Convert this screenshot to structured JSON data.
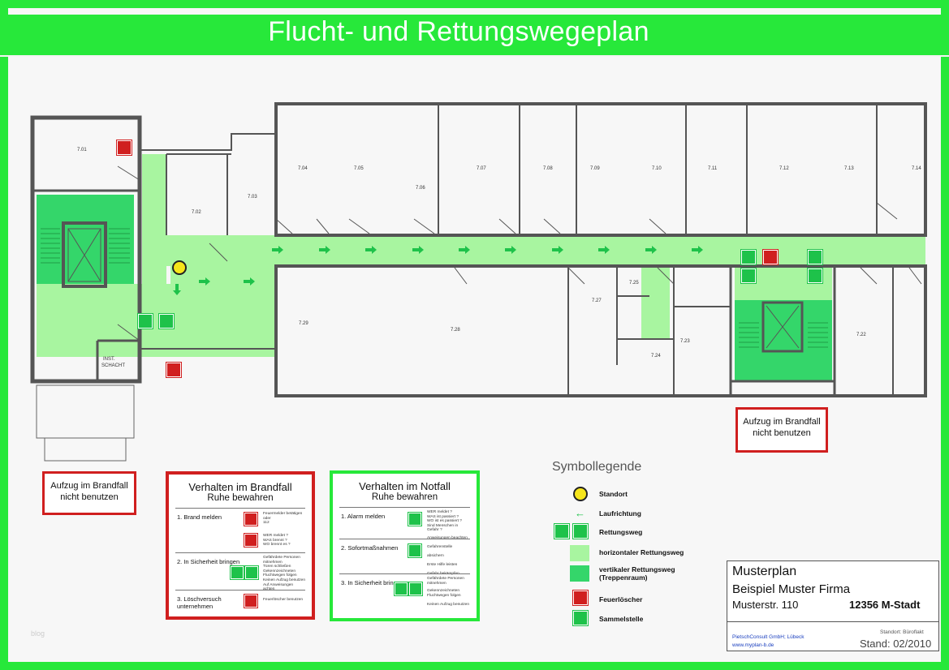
{
  "title": "Flucht- und Rettungswegeplan",
  "colors": {
    "frame_green": "#27e83a",
    "corridor_light": "#a8f5a0",
    "stair_green": "#34d66a",
    "wall": "#555555",
    "red": "#d01f1f"
  },
  "rooms": {
    "r701": "7.01",
    "r702": "7.02",
    "r703": "7.03",
    "r704": "7.04",
    "r705": "7.05",
    "r706": "7.06",
    "r707": "7.07",
    "r708": "7.08",
    "r709": "7.09",
    "r710": "7.10",
    "r711": "7.11",
    "r712": "7.12",
    "r713": "7.13",
    "r714": "7.14",
    "r722": "7.22",
    "r723": "7.23",
    "r724": "7.24",
    "r725": "7.25",
    "r727": "7.27",
    "r728": "7.28",
    "r729": "7.29",
    "shaft_line1": "INST.",
    "shaft_line2": "SCHACHT"
  },
  "elevator_warning_left": {
    "line1": "Aufzug im Brandfall",
    "line2": "nicht benutzen"
  },
  "elevator_warning_right": {
    "line1": "Aufzug im Brandfall",
    "line2": "nicht benutzen"
  },
  "fire_panel": {
    "title": "Verhalten im Brandfall",
    "subtitle": "Ruhe bewahren",
    "rows": [
      {
        "label": "1. Brand melden",
        "text1": "Feuermelder betätigen",
        "text2": "oder",
        "text3": "112",
        "text4": "WER meldet ?",
        "text5": "WAS brennt ?",
        "text6": "WO brennt es ?"
      },
      {
        "label": "2. In Sicherheit bringen",
        "text1": "Gefährdete Personen mitnehmen",
        "text2": "Türen schließen",
        "text3": "Gekennzeichneten",
        "text4": "Fluchtwegen folgen",
        "text5": "Keinen Aufzug benutzen",
        "text6": "Auf Anweisungen achten"
      },
      {
        "label": "3. Löschversuch unternehmen",
        "text1": "Feuerlöscher benutzen"
      }
    ]
  },
  "emergency_panel": {
    "title": "Verhalten im Notfall",
    "subtitle": "Ruhe bewahren",
    "rows": [
      {
        "label": "1. Alarm melden",
        "text1": "WER meldet ?",
        "text2": "WAS ist passiert ?",
        "text3": "WO ist es passiert ?",
        "text4": "Sind Menschen in Gefahr ?",
        "text5": "Anweisungen beachten"
      },
      {
        "label": "2. Sofortmaßnahmen",
        "text1": "Gefahrenstelle absichern",
        "text2": "Erste Hilfe leisten",
        "text3": "Gefahr bekämpfen"
      },
      {
        "label": "3. In Sicherheit bringen",
        "text1": "Gefährdete Personen mitnehmen",
        "text2": "Gekennzeichneten",
        "text3": "Fluchtwegen folgen",
        "text4": "Keinen Aufzug benutzen"
      }
    ]
  },
  "legend": {
    "title": "Symbollegende",
    "items": [
      {
        "label": "Standort"
      },
      {
        "label": "Laufrichtung"
      },
      {
        "label": "Rettungsweg"
      },
      {
        "label": "horizontaler Rettungsweg"
      },
      {
        "label": "vertikaler Rettungsweg",
        "label2": "(Treppenraum)"
      },
      {
        "label": "Feuerlöscher"
      },
      {
        "label": "Sammelstelle"
      }
    ]
  },
  "titleblock": {
    "name": "Musterplan",
    "company": "Beispiel Muster Firma",
    "street": "Musterstr. 110",
    "city": "12356  M-Stadt",
    "consult": "PietschConsult GmbH; Lübeck",
    "url": "www.myplan-b.de",
    "standort": "Standort: Büroflakt",
    "stand": "Stand: 02/2010"
  },
  "watermark": "blog"
}
